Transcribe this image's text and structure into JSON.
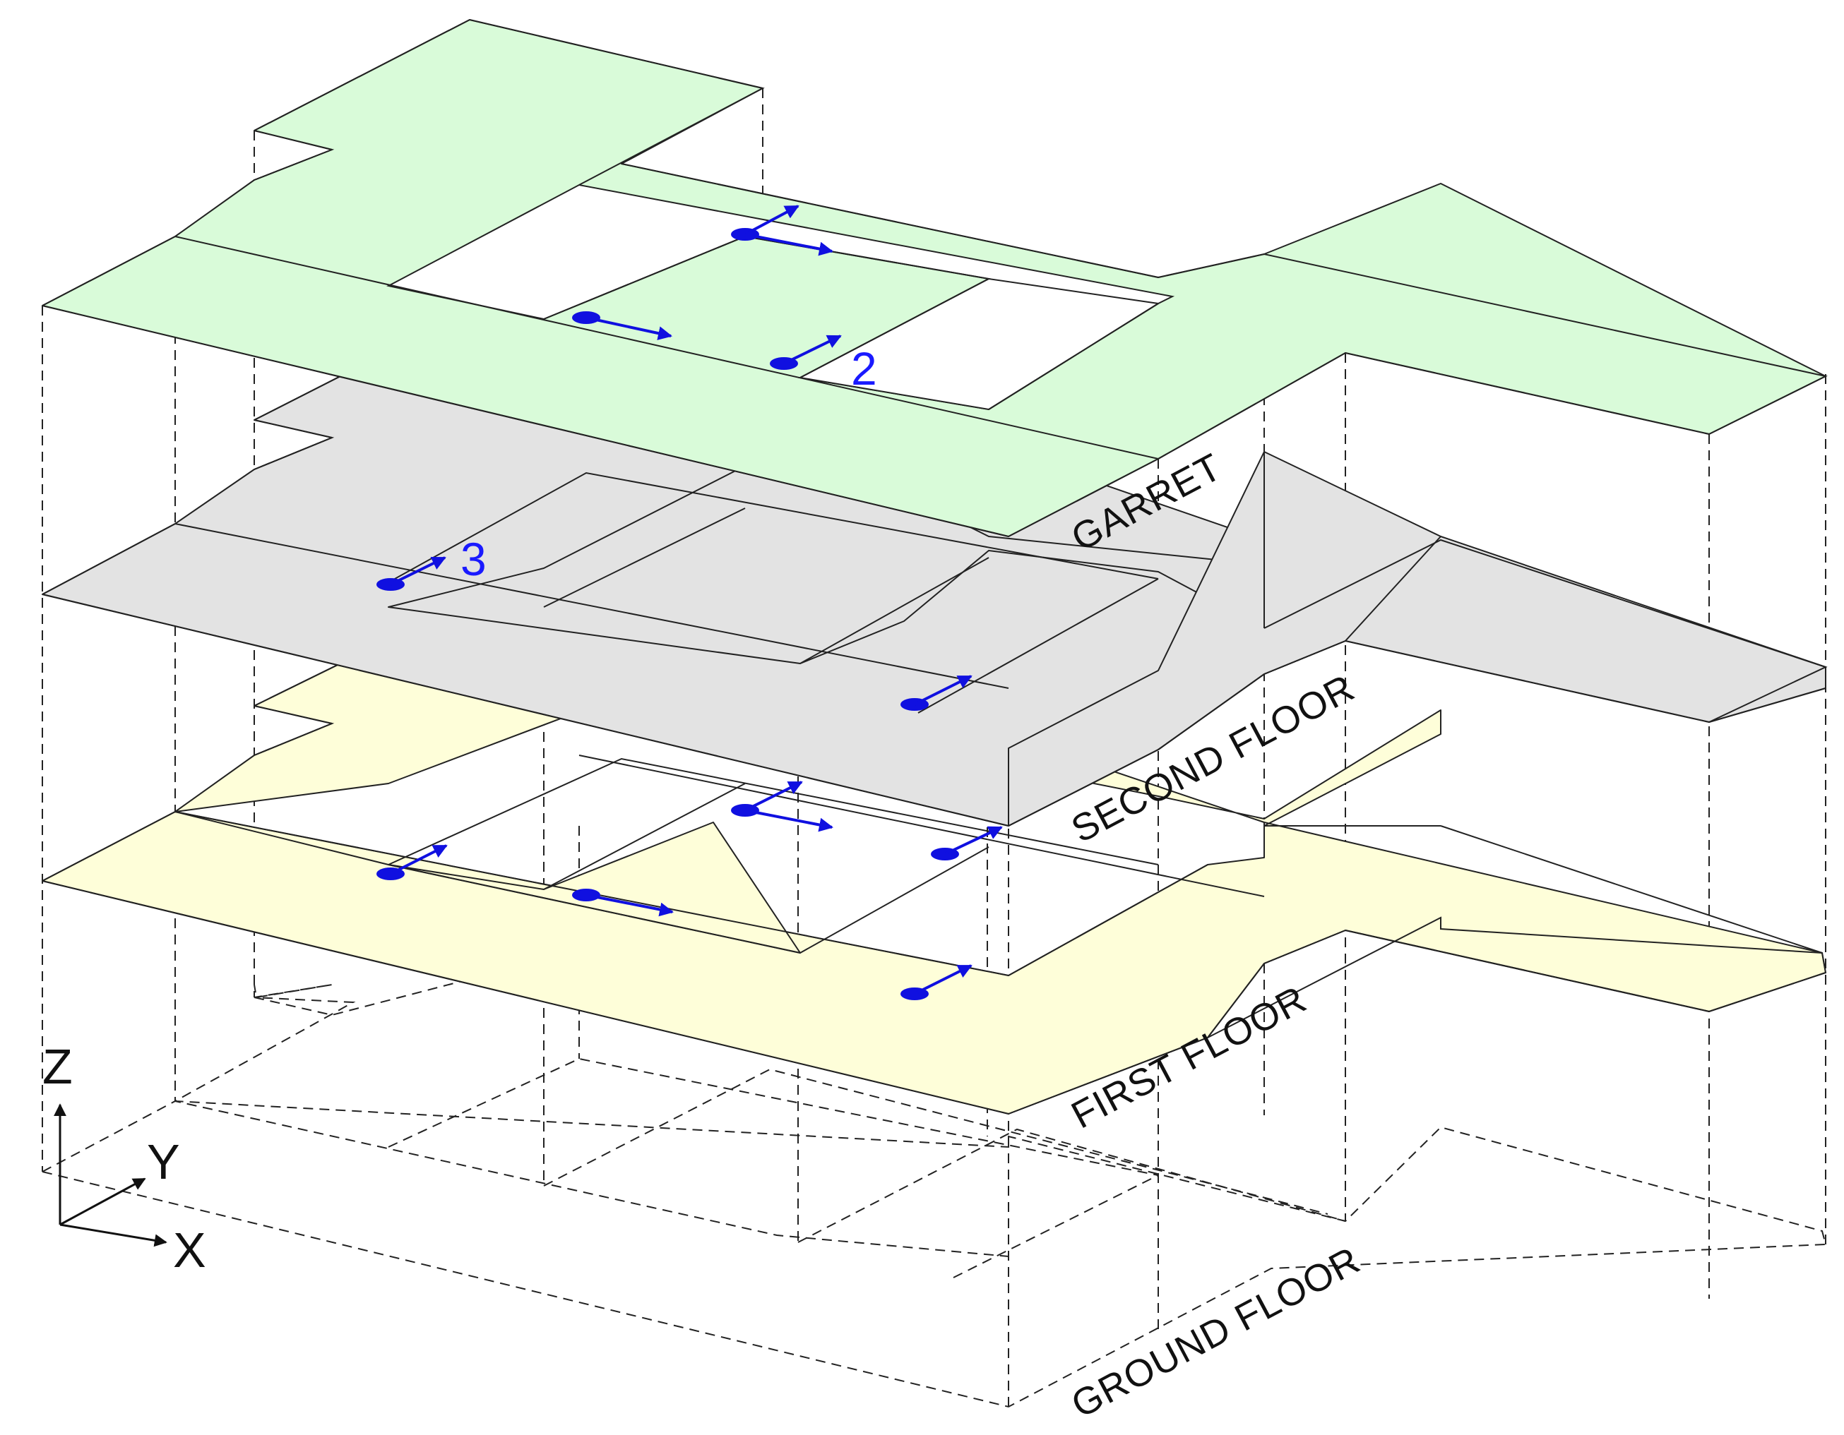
{
  "floors": {
    "garret": "GARRET",
    "second": "SECOND FLOOR",
    "first": "FIRST FLOOR",
    "ground": "GROUND FLOOR"
  },
  "nodes": {
    "label_2": "2",
    "label_3": "3"
  },
  "axes": {
    "z": "Z",
    "y": "Y",
    "x": "X"
  },
  "colors": {
    "garret_slab": "#d9fbd9",
    "second_slab": "#e3e3e3",
    "first_slab": "#fefed9",
    "vector": "#1010e0"
  }
}
